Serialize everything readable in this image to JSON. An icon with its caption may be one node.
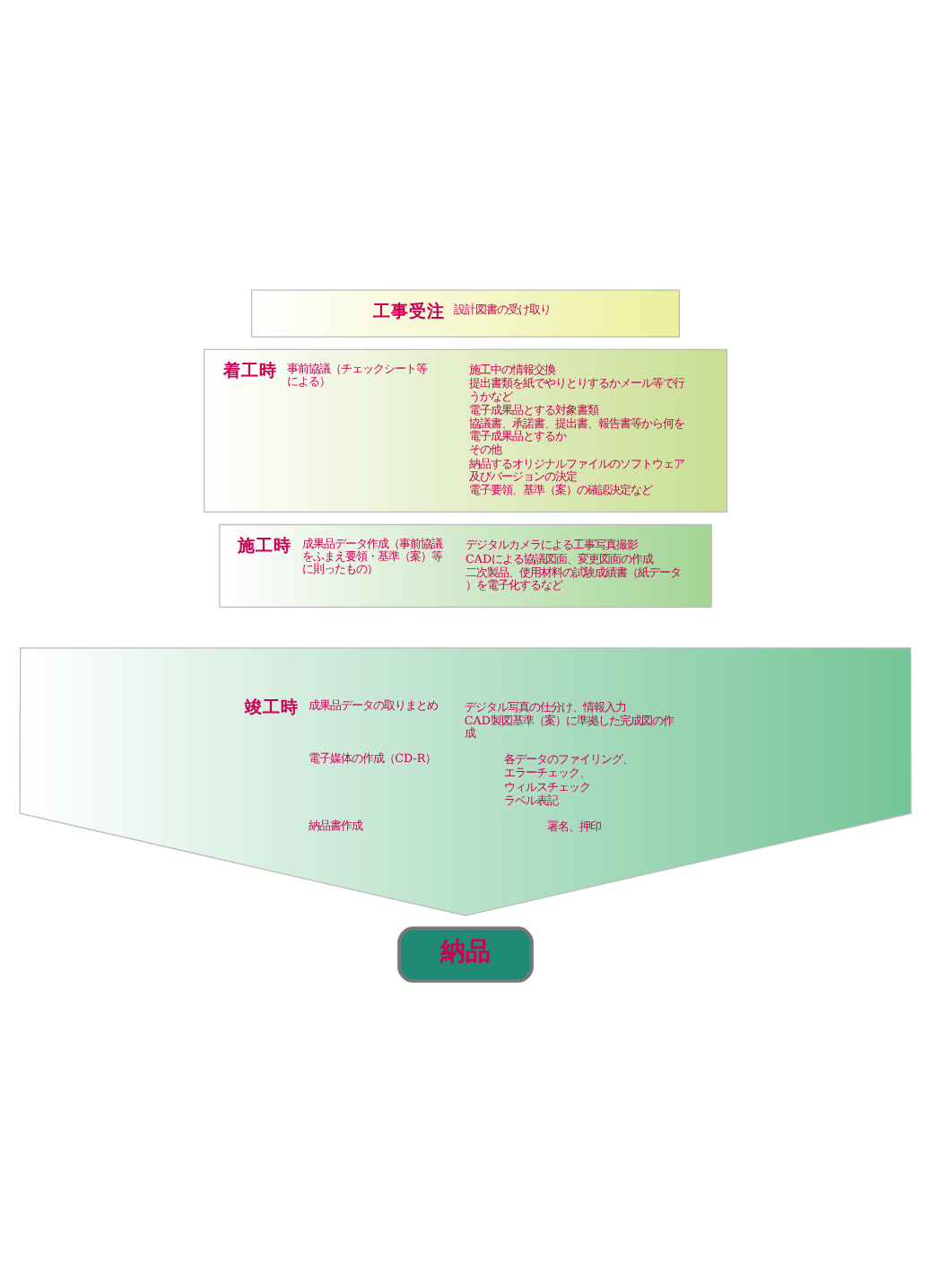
{
  "diagram": {
    "nodes": [
      {
        "text": [
          "工事受注",
          "設計図書の受け取り"
        ]
      },
      {
        "text": [
          "着工時",
          "事前協議（チェックシート等による）",
          "施工中の情報交換",
          "提出書類を紙でやりとりするかメール等で行うかなど",
          "電子成果品とする対象書類",
          "協議書、承諾書、提出書、報告書等から何を電子成果品とするか",
          "その他",
          "納品するオリジナルファイルのソフトウェア及びバージョンの決定",
          "電子要領、基準（案）の確認決定など"
        ]
      },
      {
        "text": [
          "施工時",
          "成果品データ作成（事前協議をふまえ要領・基準（案）等に則ったもの）",
          "デジタルカメラによる工事写真撮影",
          "CADによる協議図面、変更図面の作成",
          "二次製品、使用材料の試験成績書（紙データ）を電子化するなど"
        ]
      },
      {
        "text": [
          "竣工時",
          "成果品データの取りまとめ",
          "デジタル写真の仕分け、情報入力",
          "CAD製図基準（案）に準拠した完成図の作成",
          "電子媒体の作成（CD-R）",
          "各データのファイリング、",
          "エラーチェック、",
          "ウィルスチェック",
          "ラベル表記",
          "納品書作成",
          "署名、押印"
        ]
      },
      {
        "text": [
          "納品"
        ]
      }
    ]
  }
}
